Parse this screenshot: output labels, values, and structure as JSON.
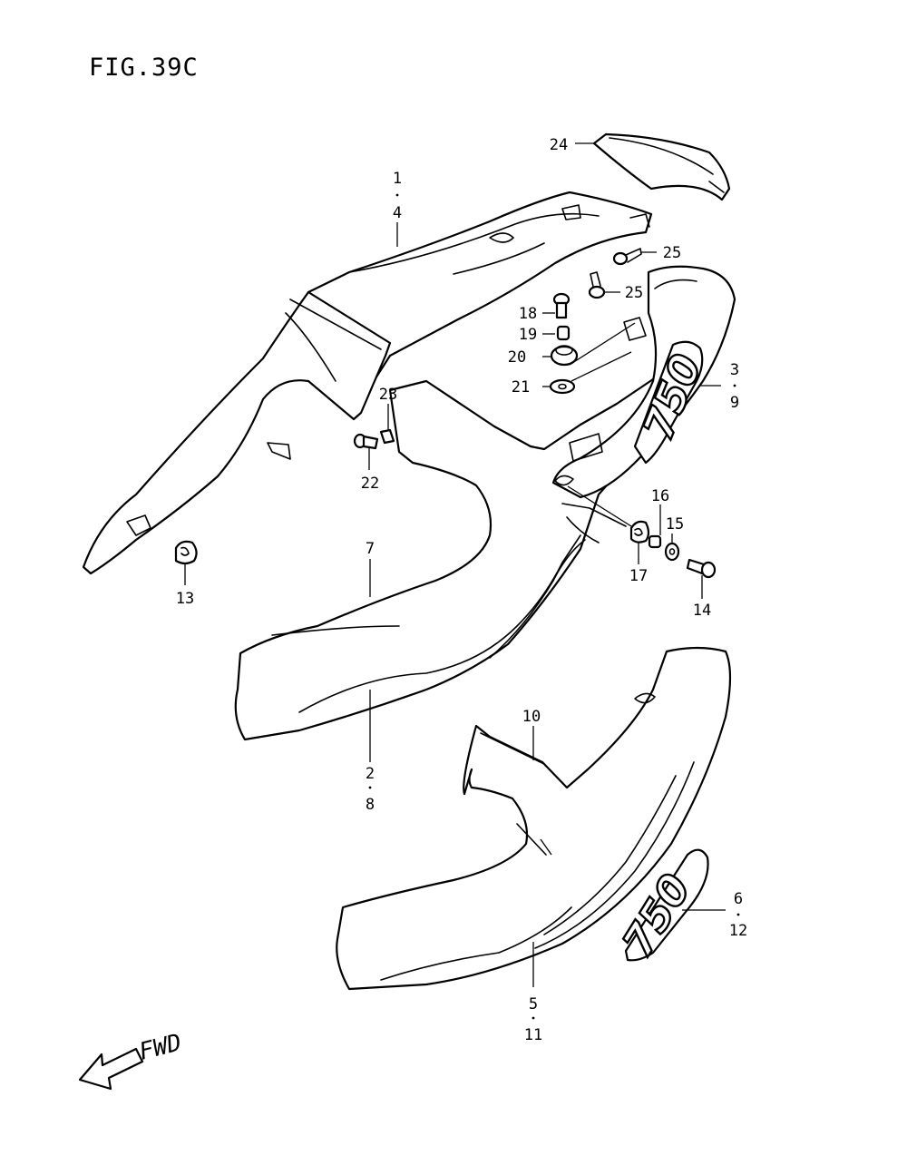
{
  "figure": {
    "title": "FIG.39C",
    "direction_label": "FWD"
  },
  "callouts": {
    "c1": "1",
    "c4": "4",
    "c24": "24",
    "c25a": "25",
    "c25b": "25",
    "c18": "18",
    "c19": "19",
    "c20": "20",
    "c21": "21",
    "c3": "3",
    "c9": "9",
    "c23": "23",
    "c22": "22",
    "c7": "7",
    "c13": "13",
    "c16": "16",
    "c15": "15",
    "c17": "17",
    "c14": "14",
    "c2": "2",
    "c8": "8",
    "c10": "10",
    "c6": "6",
    "c12": "12",
    "c5": "5",
    "c11": "11"
  },
  "decals": {
    "upper_text": "750",
    "lower_text": "750"
  }
}
